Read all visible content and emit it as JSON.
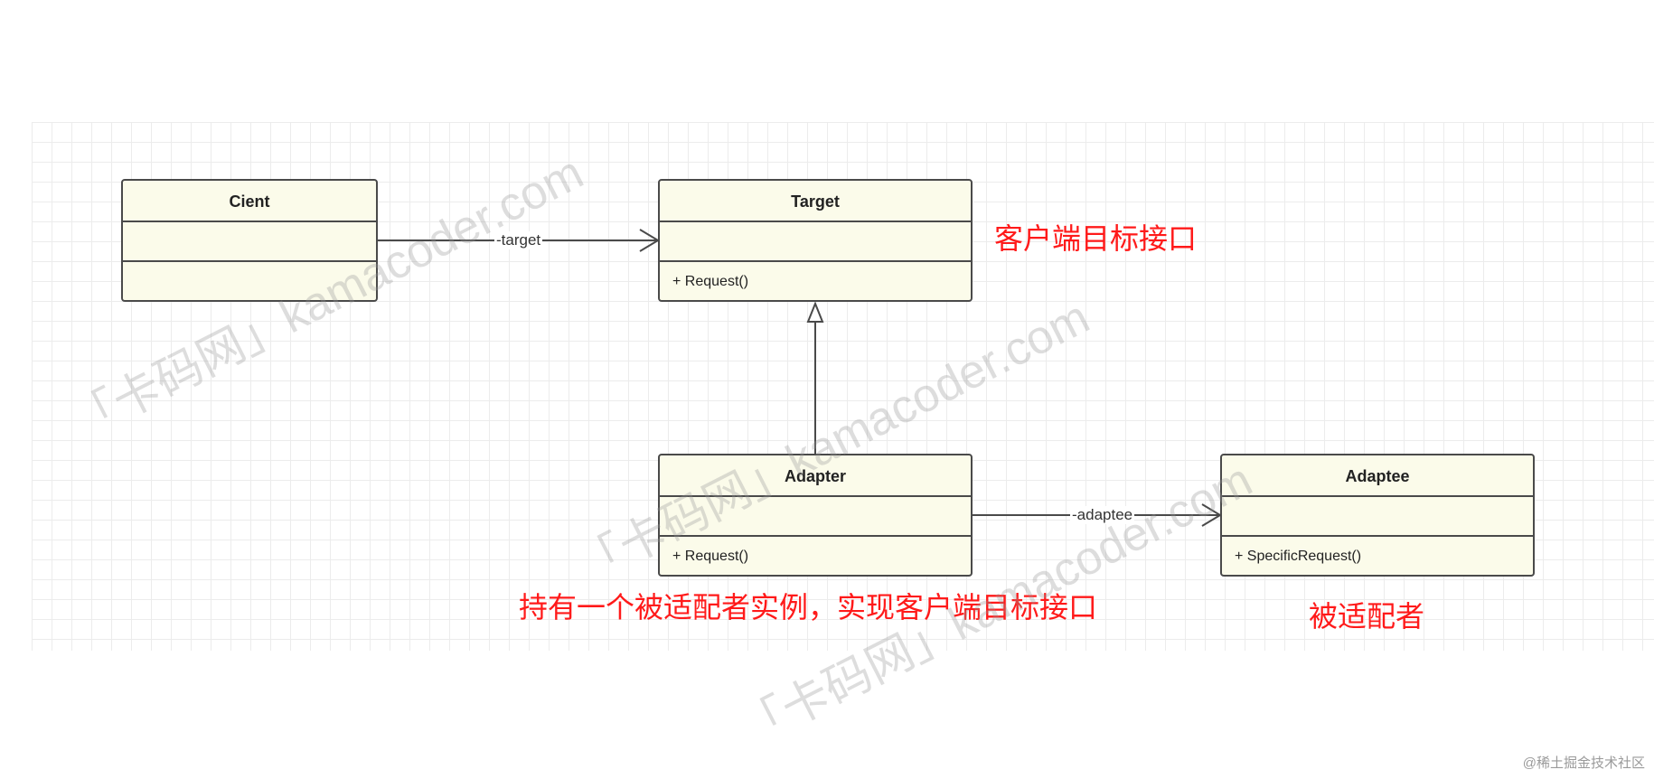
{
  "classes": {
    "client": {
      "name": "Cient",
      "methods": ""
    },
    "target": {
      "name": "Target",
      "methods": "+ Request()"
    },
    "adapter": {
      "name": "Adapter",
      "methods": "+ Request()"
    },
    "adaptee": {
      "name": "Adaptee",
      "methods": "+ SpecificRequest()"
    }
  },
  "edges": {
    "client_target": "-target",
    "adapter_adaptee": "-adaptee"
  },
  "notes": {
    "target": "客户端目标接口",
    "adapter": "持有一个被适配者实例，实现客户端目标接口",
    "adaptee": "被适配者"
  },
  "watermark": "「卡码网」kamacoder.com",
  "credit": "@稀土掘金技术社区",
  "colors": {
    "class_fill": "#fbfbea",
    "class_border": "#4a4a4a",
    "note_text": "#ff1a1a"
  }
}
